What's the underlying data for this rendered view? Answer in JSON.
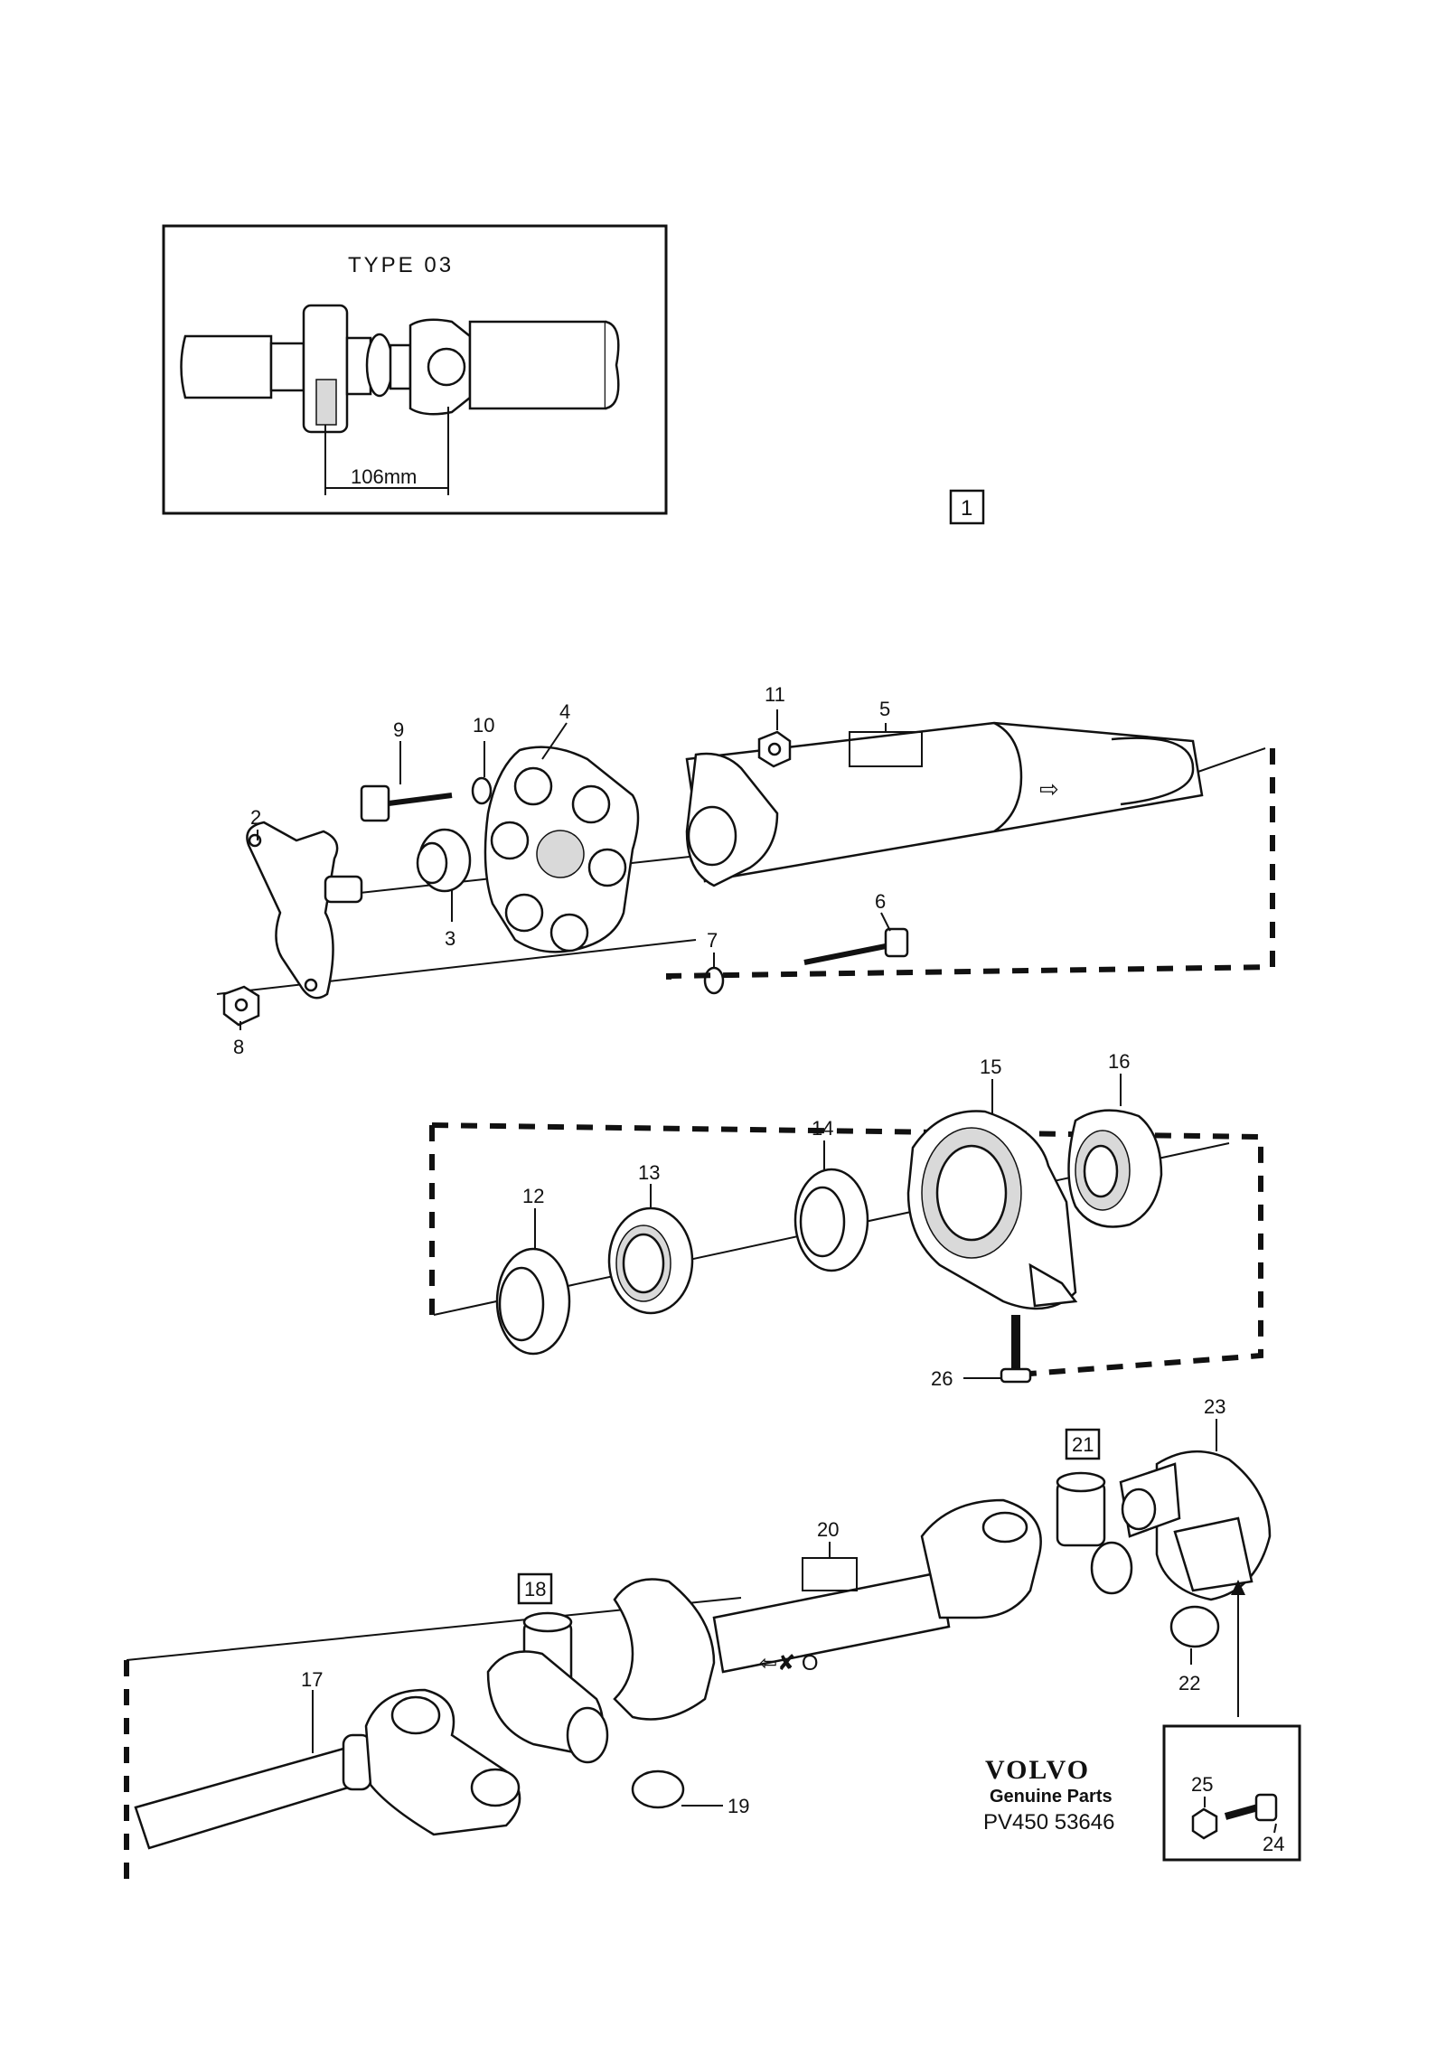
{
  "inset": {
    "title": "TYPE  03",
    "dimension": "106mm"
  },
  "group_box_label": "1",
  "callouts": {
    "p2": "2",
    "p3": "3",
    "p4": "4",
    "p5": "5",
    "p6": "6",
    "p7": "7",
    "p8": "8",
    "p9": "9",
    "p10": "10",
    "p11": "11",
    "p12": "12",
    "p13": "13",
    "p14": "14",
    "p15": "15",
    "p16": "16",
    "p17": "17",
    "p18": "18",
    "p19": "19",
    "p20": "20",
    "p21": "21",
    "p22": "22",
    "p23": "23",
    "p24": "24",
    "p25": "25",
    "p26": "26"
  },
  "branding": {
    "logo": "VOLVO",
    "tagline": "Genuine Parts",
    "reference": "PV450 53646"
  }
}
